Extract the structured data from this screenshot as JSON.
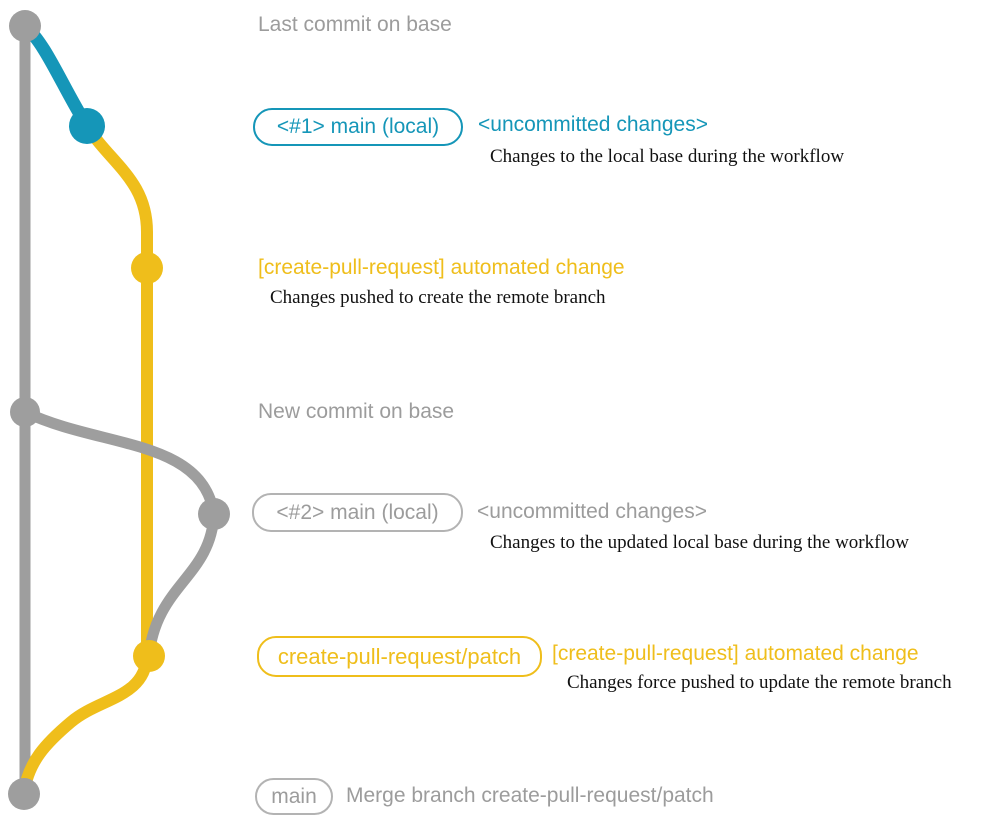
{
  "colors": {
    "base_gray": "#9e9e9e",
    "main_blue": "#1596b8",
    "patch_yellow": "#efbe1b",
    "muted_text": "#9c9c9c",
    "caption_black": "#111111"
  },
  "annotations": {
    "last_commit": {
      "title": "Last commit on base"
    },
    "commit1": {
      "badge": "<#1> main (local)",
      "note": "<uncommitted changes>",
      "caption": "Changes to the local base during the workflow"
    },
    "push": {
      "title": "[create-pull-request] automated change",
      "caption": "Changes pushed to create the remote branch"
    },
    "new_commit": {
      "title": "New commit on base"
    },
    "commit2": {
      "badge": "<#2> main (local)",
      "note": "<uncommitted changes>",
      "caption": "Changes to the updated local base during the workflow"
    },
    "force_push": {
      "badge": "create-pull-request/patch",
      "note": "[create-pull-request] automated change",
      "caption": "Changes force pushed to update the remote branch"
    },
    "merge": {
      "badge": "main",
      "title": "Merge branch create-pull-request/patch"
    }
  }
}
